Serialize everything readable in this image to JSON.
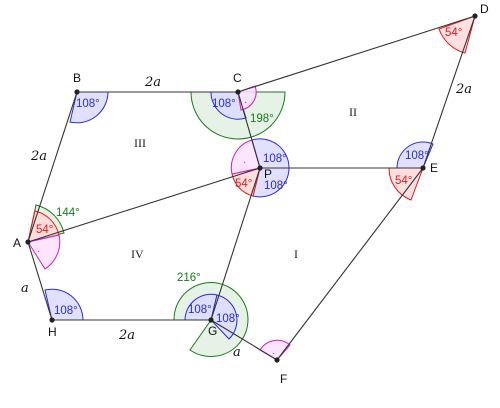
{
  "colors": {
    "blue_fill": "#dcdcff",
    "blue_stroke": "#2b2bd6",
    "green_fill": "#e2f0e2",
    "green_stroke": "#1a7a1a",
    "red_fill": "#ffd9d9",
    "red_stroke": "#e31a1a",
    "magenta_fill": "#fde0ff",
    "magenta_stroke": "#c71fc7",
    "edge": "#333333"
  },
  "points": {
    "A": "A",
    "B": "B",
    "C": "C",
    "D": "D",
    "E": "E",
    "F": "F",
    "G": "G",
    "H": "H",
    "P": "P"
  },
  "segments": {
    "AB": "2a",
    "BC": "2a",
    "DE": "2a",
    "HG": "2a",
    "AH": "a",
    "GF": "a"
  },
  "regions": {
    "I": "I",
    "II": "II",
    "III": "III",
    "IV": "IV"
  },
  "angles": {
    "B": "108°",
    "C": "108°",
    "C_big": "198°",
    "D": "54°",
    "E_top": "108°",
    "E_bot": "54°",
    "P_top": "108°",
    "P_right": "108°",
    "P_left": "54°",
    "A_red": "54°",
    "A_green": "144°",
    "H": "108°",
    "G_left": "108°",
    "G_right": "108°",
    "G_big": "216°",
    "dot": "·"
  }
}
